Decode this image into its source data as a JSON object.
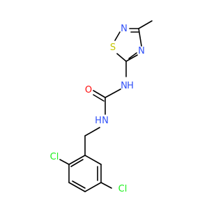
{
  "molecule": {
    "atoms": {
      "s1": "S",
      "n2": "N",
      "n4": "N",
      "nh1": "N",
      "h1": "H",
      "o": "O",
      "nh2": "N",
      "h2": "H",
      "cl_top": "Cl",
      "cl_bottom": "Cl"
    },
    "colors": {
      "bond": "#000000",
      "nitrogen": "#3050F8",
      "oxygen": "#FF0D0D",
      "sulfur": "#C6C600",
      "chlorine": "#1FF01F"
    }
  }
}
